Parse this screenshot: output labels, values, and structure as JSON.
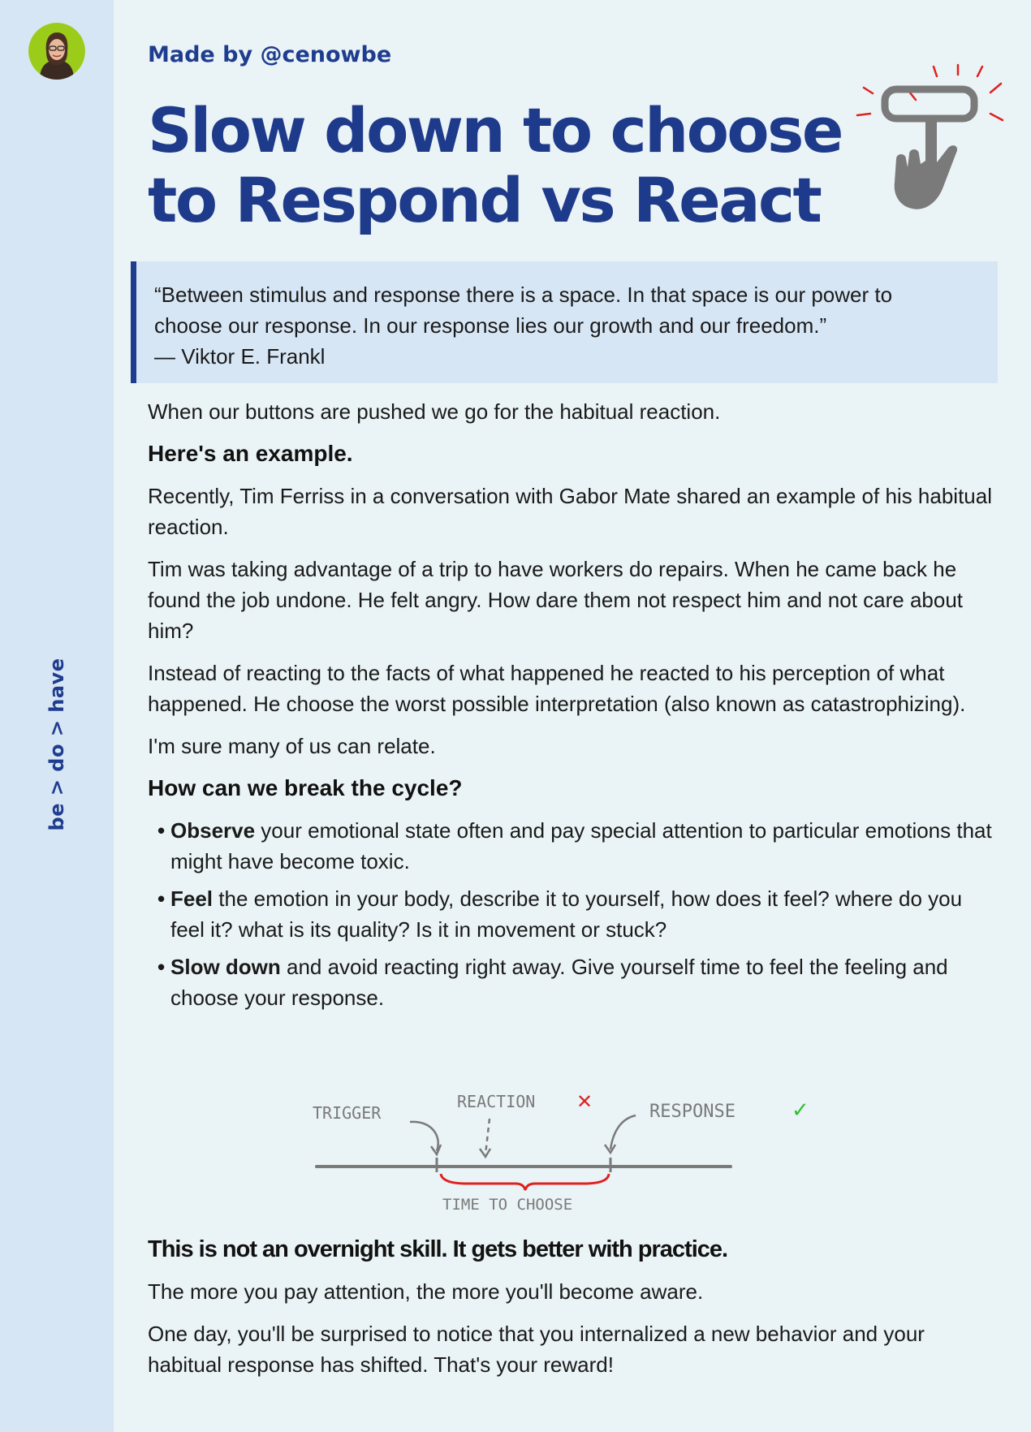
{
  "sidebar": {
    "tagline": "be > do > have"
  },
  "header": {
    "made_by": "Made by @cenowbe",
    "title_line1": "Slow down to choose",
    "title_line2": "to Respond vs React"
  },
  "quote": {
    "line1": "“Between stimulus and response there is a space. In that space is our power to",
    "line2": "choose our response. In our response lies our growth and our freedom.”",
    "author": "— Viktor E. Frankl"
  },
  "body": {
    "intro": "When our buttons are pushed we go for the habitual reaction.",
    "example_heading": "Here's an example.",
    "paragraph1": "Recently, Tim Ferriss in a conversation with Gabor Mate shared an example of his habitual reaction.",
    "paragraph2": "Tim was taking advantage of a trip to have workers do repairs. When he came back he found the job undone. He felt angry. How dare them not respect him and not care about him?",
    "paragraph3": "Instead of reacting to the facts of what happened he reacted to his perception of what happened. He choose the worst possible interpretation (also known as catastrophizing).",
    "paragraph4": "I'm sure many of us can relate.",
    "cycle_heading": "How can we break the cycle?",
    "bullets": [
      {
        "bold": "Observe",
        "text": " your emotional state often and pay special attention to particular emotions that might have become toxic."
      },
      {
        "bold": "Feel",
        "text": " the emotion in your body, describe it to yourself, how does it feel? where do you feel it? what is its quality? Is it in movement or stuck?"
      },
      {
        "bold": "Slow down",
        "text": " and avoid reacting right away. Give yourself time to feel the feeling and choose your response."
      }
    ]
  },
  "diagram": {
    "trigger": "TRIGGER",
    "reaction": "REACTION",
    "reaction_mark": "✕",
    "response": "RESPONSE",
    "response_mark": "✓",
    "time_to_choose": "TIME TO CHOOSE"
  },
  "closing": {
    "heading": "This is not an overnight skill. It gets better with practice.",
    "paragraph1": "The more you pay attention, the more you'll become aware.",
    "paragraph2": "One day, you'll be surprised to notice that you internalized a new behavior and your habitual response has shifted. That's your reward!"
  },
  "colors": {
    "brand_blue": "#1e3a8a",
    "sidebar_bg": "#d7e6f5",
    "page_bg": "#eaf3f6",
    "reaction_red": "#e02020",
    "response_green": "#2ec22e"
  },
  "icons": {
    "avatar": "author-avatar",
    "hand": "hand-pressing-button-icon"
  }
}
